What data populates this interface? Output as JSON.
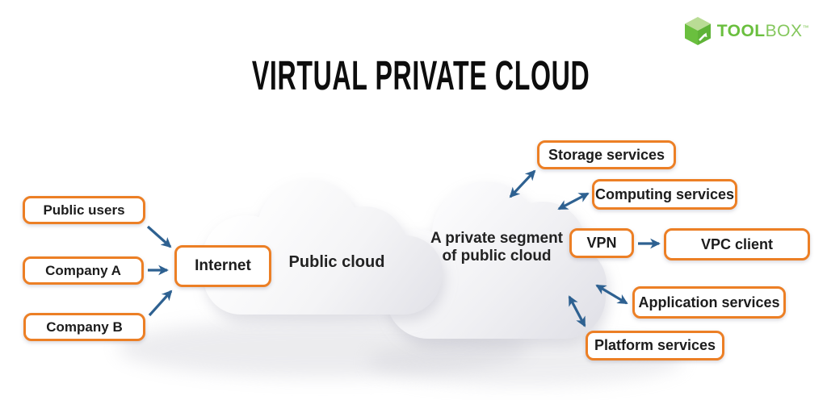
{
  "title": "VIRTUAL PRIVATE CLOUD",
  "logo": {
    "brand_bold": "TOOL",
    "brand_regular": "BOX",
    "trademark": "™"
  },
  "clouds": {
    "public": {
      "label": "Public cloud"
    },
    "private": {
      "label_line1": "A private segment",
      "label_line2": "of public cloud"
    }
  },
  "nodes": {
    "public_users": "Public users",
    "company_a": "Company A",
    "company_b": "Company B",
    "internet": "Internet",
    "storage": "Storage services",
    "computing": "Computing services",
    "vpn": "VPN",
    "vpc_client": "VPC client",
    "application": "Application services",
    "platform": "Platform services"
  },
  "connections": [
    {
      "from": "public_users",
      "to": "internet",
      "arrow": "single"
    },
    {
      "from": "company_a",
      "to": "internet",
      "arrow": "single"
    },
    {
      "from": "company_b",
      "to": "internet",
      "arrow": "single"
    },
    {
      "from": "internet",
      "to": "public_cloud",
      "arrow": "contains"
    },
    {
      "from": "private_cloud",
      "to": "storage",
      "arrow": "double"
    },
    {
      "from": "private_cloud",
      "to": "computing",
      "arrow": "double"
    },
    {
      "from": "vpn",
      "to": "vpc_client",
      "arrow": "single"
    },
    {
      "from": "private_cloud",
      "to": "application",
      "arrow": "double"
    },
    {
      "from": "private_cloud",
      "to": "platform",
      "arrow": "double"
    }
  ],
  "colors": {
    "box_border": "#ec7f25",
    "arrow": "#2e6191",
    "text": "#1c1c1c",
    "logo_green": "#6abf3e",
    "logo_green_light": "#b9dc95"
  }
}
